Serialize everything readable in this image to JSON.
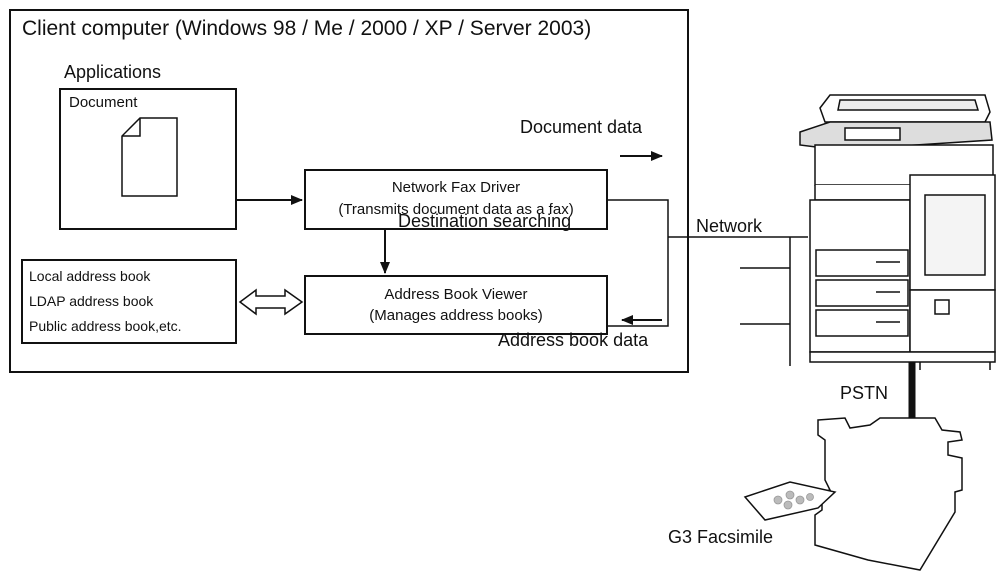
{
  "client": {
    "title": "Client computer (Windows 98 / Me / 2000 / XP / Server 2003)",
    "applications_label": "Applications",
    "document_label": "Document"
  },
  "fax_driver": {
    "line1": "Network Fax Driver",
    "line2": "(Transmits document data as a fax)"
  },
  "address_viewer": {
    "line1": "Address Book Viewer",
    "line2": "(Manages address books)"
  },
  "address_books": {
    "items": [
      "Local address book",
      "LDAP address book",
      "Public address book,etc."
    ]
  },
  "labels": {
    "destination_searching": "Destination searching",
    "document_data": "Document data",
    "address_book_data": "Address book data",
    "network": "Network",
    "pstn": "PSTN",
    "g3_facsimile": "G3 Facsimile"
  }
}
